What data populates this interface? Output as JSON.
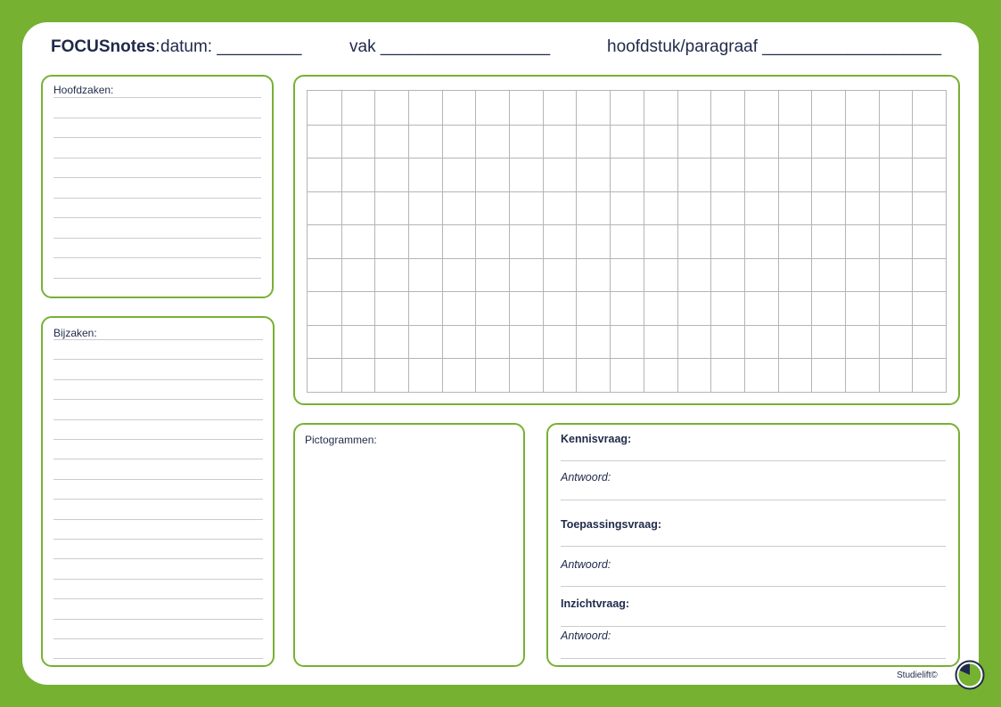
{
  "header": {
    "brand": "FOCUSnotes",
    "brand_sep": ":",
    "datum": "datum: _________",
    "vak": "vak __________________",
    "hoofdstuk": "hoofdstuk/paragraaf ___________________"
  },
  "sections": {
    "hoofdzaken": "Hoofdzaken:",
    "bijzaken": "Bijzaken:",
    "pictogrammen": "Pictogrammen:"
  },
  "questions": {
    "kennisvraag": "Kennisvraag:",
    "toepassingsvraag": "Toepassingsvraag:",
    "inzichtvraag": "Inzichtvraag:",
    "antwoord": "Antwoord:"
  },
  "grid": {
    "columns": 19,
    "rows": 9
  },
  "footer": {
    "credit": "Studielift©"
  },
  "colors": {
    "frame": "#76b132",
    "text": "#1f2a4a",
    "rule": "#c8ccd2",
    "grid": "#b5b5b5"
  }
}
